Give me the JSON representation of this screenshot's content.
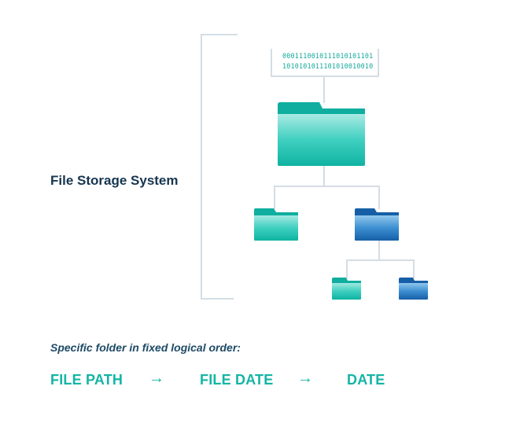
{
  "diagram": {
    "title": "File Storage System",
    "binary_lines": [
      "0001110010111010101101",
      "1010101011101010010010"
    ],
    "colors": {
      "teal": "#13b5a4",
      "blue": "#1a6cb3",
      "line": "#d4dde4",
      "title": "#16354f"
    }
  },
  "order": {
    "heading": "Specific folder in fixed logical order:",
    "steps": [
      "FILE PATH",
      "FILE DATE",
      "DATE"
    ],
    "arrow": "→"
  }
}
